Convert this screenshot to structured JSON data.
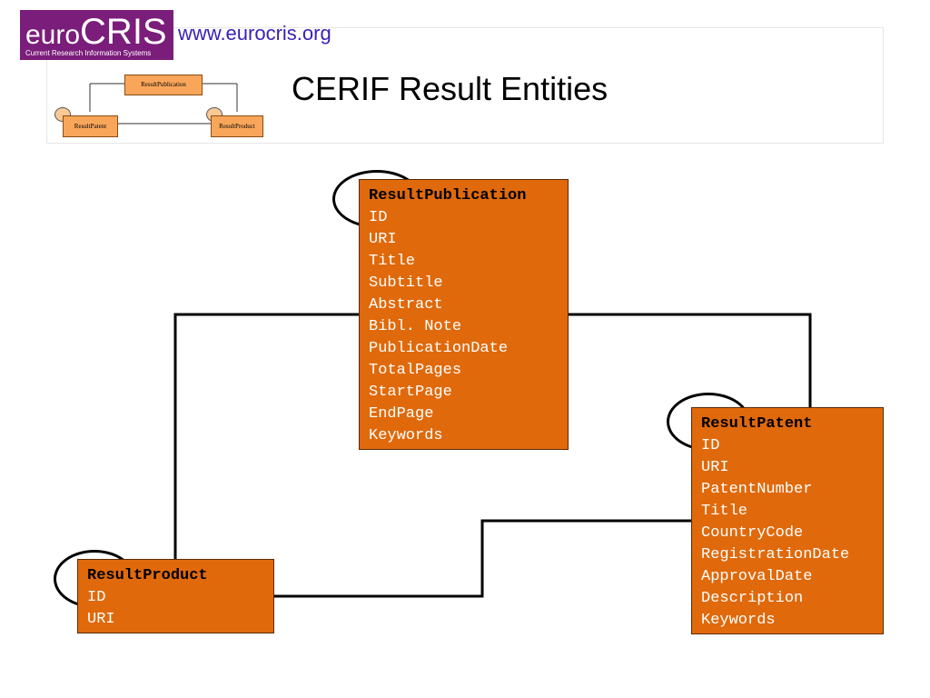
{
  "header": {
    "logo_euro": "euro",
    "logo_cris": "CRIS",
    "logo_tagline": "Current Research Information Systems",
    "url": "www.eurocris.org",
    "title": "CERIF Result Entities"
  },
  "thumbnail": {
    "publication": "ResultPublication",
    "patent": "ResultPatent",
    "product": "ResultProduct"
  },
  "entities": {
    "publication": {
      "name": "ResultPublication",
      "attributes": [
        "ID",
        "URI",
        "Title",
        "Subtitle",
        "Abstract",
        "Bibl. Note",
        "PublicationDate",
        "TotalPages",
        "StartPage",
        "EndPage",
        "Keywords"
      ]
    },
    "patent": {
      "name": "ResultPatent",
      "attributes": [
        "ID",
        "URI",
        "PatentNumber",
        "Title",
        "CountryCode",
        "RegistrationDate",
        "ApprovalDate",
        "Description",
        "Keywords"
      ]
    },
    "product": {
      "name": "ResultProduct",
      "attributes": [
        "ID",
        "URI"
      ]
    }
  },
  "colors": {
    "entity_fill": "#e0690b",
    "thumb_fill": "#f9a65a",
    "logo_bg": "#7b1d7b",
    "url_text": "#3a1fb8"
  }
}
